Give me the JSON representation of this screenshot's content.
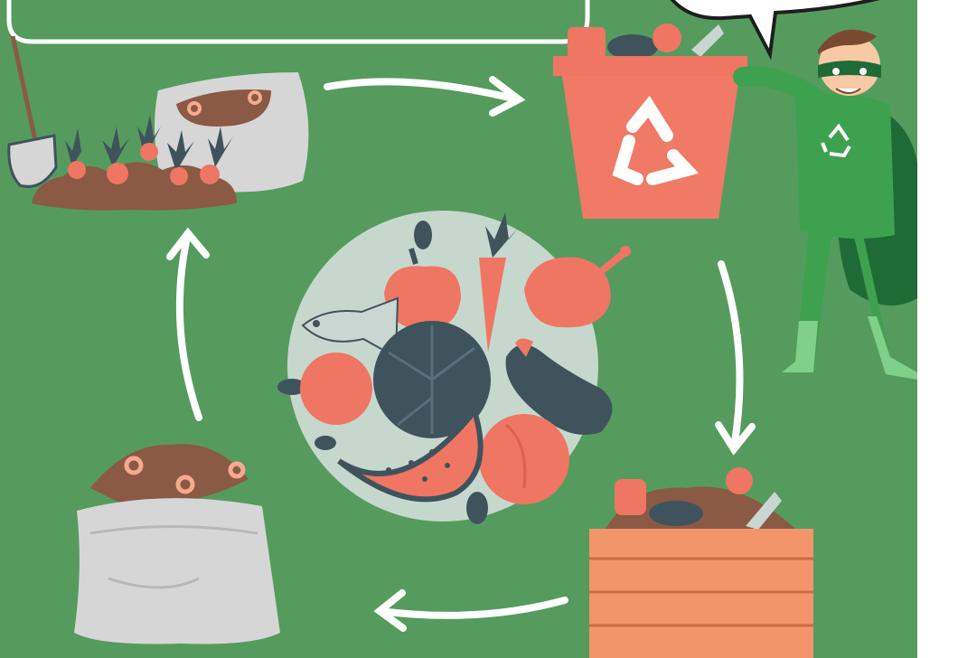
{
  "scene": {
    "background": "#559b5e",
    "stages": [
      {
        "name": "mixed-food-waste",
        "icon": "food-waste-plate-icon"
      },
      {
        "name": "recycling-bin",
        "icon": "recycle-icon"
      },
      {
        "name": "compost-crate",
        "icon": "crate-icon"
      },
      {
        "name": "compost-sack",
        "icon": "sack-icon"
      },
      {
        "name": "garden-soil",
        "icon": "shovel-icon"
      }
    ],
    "arrows": [
      "arrow-garden-to-bin",
      "arrow-bin-to-crate",
      "arrow-crate-to-sack",
      "arrow-sack-to-garden"
    ],
    "character": {
      "name": "recycle-superhero",
      "emblem": "recycle-icon"
    },
    "palette": {
      "coral": "#ef7662",
      "dark_slate": "#3f535c",
      "soil_brown": "#8a5a44",
      "sack_grey": "#d6d6d6",
      "hero_green": "#3ea150",
      "cape_green": "#1f6b36",
      "crate_orange": "#f2956a"
    }
  }
}
